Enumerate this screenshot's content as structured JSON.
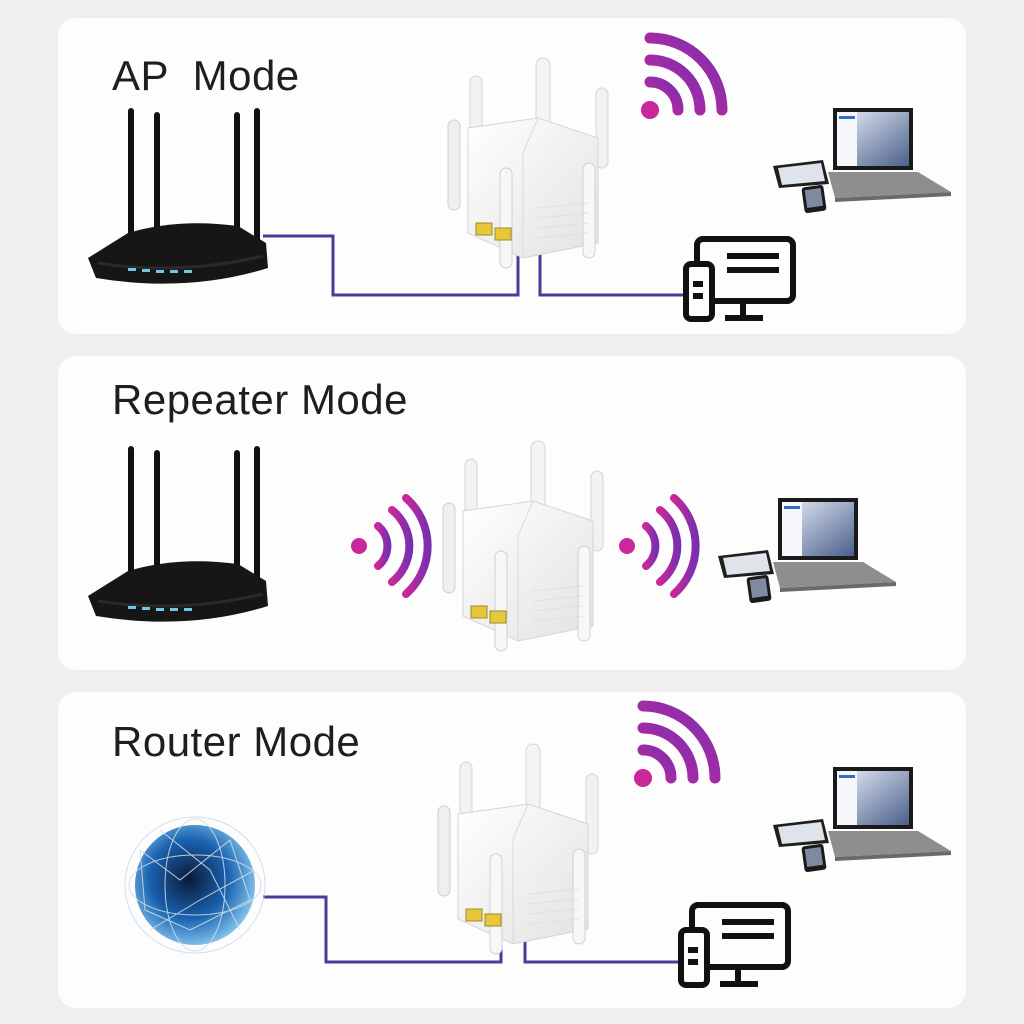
{
  "panels": [
    {
      "title": "AP  Mode",
      "source": "router",
      "link_to_extender": "wired",
      "link_to_clients": "wireless"
    },
    {
      "title": "Repeater Mode",
      "source": "router",
      "link_to_extender": "wireless",
      "link_to_clients": "wireless"
    },
    {
      "title": "Router Mode",
      "source": "internet-globe",
      "link_to_extender": "wired",
      "link_to_clients": "wireless"
    }
  ],
  "colors": {
    "background": "#efefef",
    "panel": "#fdfdfd",
    "cable": "#4a3a9a",
    "wifi_start": "#c8289a",
    "wifi_end": "#7a2fb0",
    "title": "#1e1e1e"
  }
}
